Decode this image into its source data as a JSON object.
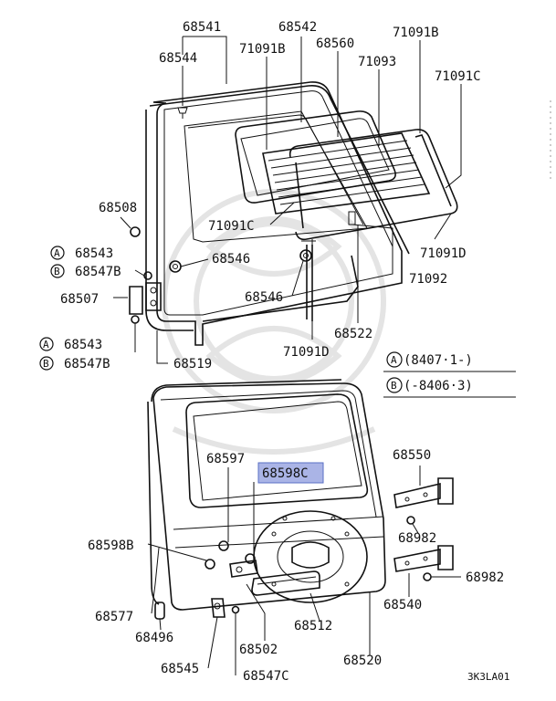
{
  "labels": {
    "p68541": "68541",
    "p68542": "68542",
    "p71091B_top": "71091B",
    "p68544": "68544",
    "p71091B_mid": "71091B",
    "p68560": "68560",
    "p71093": "71093",
    "p71091C_right": "71091C",
    "p68508": "68508",
    "p71091C_left": "71091C",
    "p71091D_right": "71091D",
    "p68543_a": "68543",
    "p68547B_a": "68547B",
    "p68546_top": "68546",
    "p71092": "71092",
    "p68507": "68507",
    "p68546_mid": "68546",
    "p68522": "68522",
    "p68543_b": "68543",
    "p68547B_b": "68547B",
    "p71091D_bottom": "71091D",
    "p68519": "68519",
    "p68597": "68597",
    "p68598C": "68598C",
    "p68550": "68550",
    "p68598B": "68598B",
    "p68982_a": "68982",
    "p68982_b": "68982",
    "p68577": "68577",
    "p68540": "68540",
    "p68496": "68496",
    "p68512": "68512",
    "p68502": "68502",
    "p68520": "68520",
    "p68545": "68545",
    "p68547C": "68547C",
    "marker_A": "A",
    "marker_B": "B"
  },
  "legend": {
    "a_letter": "A",
    "a_text": "(8407·1-)",
    "b_letter": "B",
    "b_text": "(-8406·3)"
  },
  "diagram_code": "3K3LA01",
  "colors": {
    "line": "#111111",
    "highlight_fill": "#aab4e6",
    "highlight_stroke": "#5a6fc4"
  }
}
